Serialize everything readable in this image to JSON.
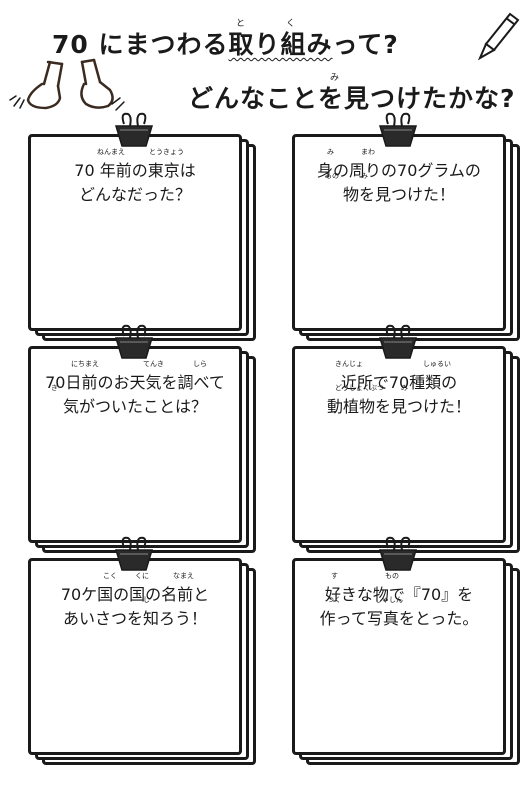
{
  "title": {
    "line1_prefix": "70 にまつわる",
    "line1_emph": "取り組み",
    "line1_suffix": "って?",
    "line2": "どんなことを見つけたかな?",
    "ruby_to": "と",
    "ruby_ku": "く",
    "ruby_mi": "み"
  },
  "cards": [
    {
      "text": "70 年前の東京は\nどんなだった？",
      "furigana": [
        "ねんまえ",
        "とうきょう"
      ]
    },
    {
      "text": "身の周りの70グラムの\n物を見つけた！",
      "furigana": [
        "み",
        "まわ",
        "もの",
        "み"
      ]
    },
    {
      "text": "70日前のお天気を調べて\n気がついたことは？",
      "furigana": [
        "にちまえ",
        "てんき",
        "しら",
        "き"
      ]
    },
    {
      "text": "近所で70種類の\n動植物を見つけた！",
      "furigana": [
        "きんじょ",
        "しゅるい",
        "どうしょくぶつ",
        "み"
      ]
    },
    {
      "text": "70ケ国の国の名前と\nあいさつを知ろう！",
      "furigana": [
        "こく",
        "くに",
        "なまえ",
        "し"
      ]
    },
    {
      "text": "好きな物で『70』を\n作って写真をとった。",
      "furigana": [
        "す",
        "もの",
        "つく",
        "しゃしん"
      ]
    }
  ]
}
